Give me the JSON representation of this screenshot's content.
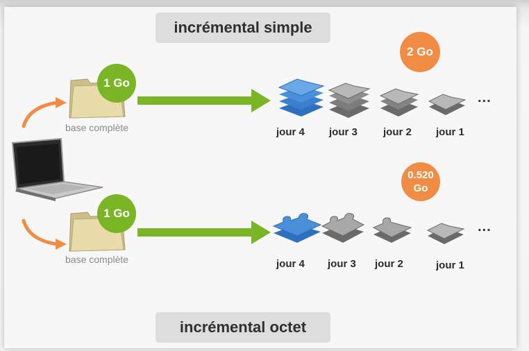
{
  "top_section": {
    "title": "incrémental simple",
    "source_size": "1 Go",
    "source_label": "base complète",
    "total_badge": "2 Go",
    "days": [
      "jour 4",
      "jour 3",
      "jour 2",
      "jour 1"
    ],
    "more": "..."
  },
  "bottom_section": {
    "title": "incrémental octet",
    "source_size": "1 Go",
    "source_label": "base complète",
    "total_badge_line1": "0.520",
    "total_badge_line2": "Go",
    "days": [
      "jour 4",
      "jour 3",
      "jour 2",
      "jour 1"
    ],
    "more": "..."
  },
  "colors": {
    "green": "#7ab526",
    "orange": "#f08c44",
    "blue": "#4a8fd8",
    "title_bg": "#dddddd"
  },
  "icons": [
    "laptop-icon",
    "folder-icon",
    "arrow-right-icon",
    "curved-arrow-icon",
    "file-stack-icon",
    "puzzle-file-icon",
    "file-icon"
  ]
}
